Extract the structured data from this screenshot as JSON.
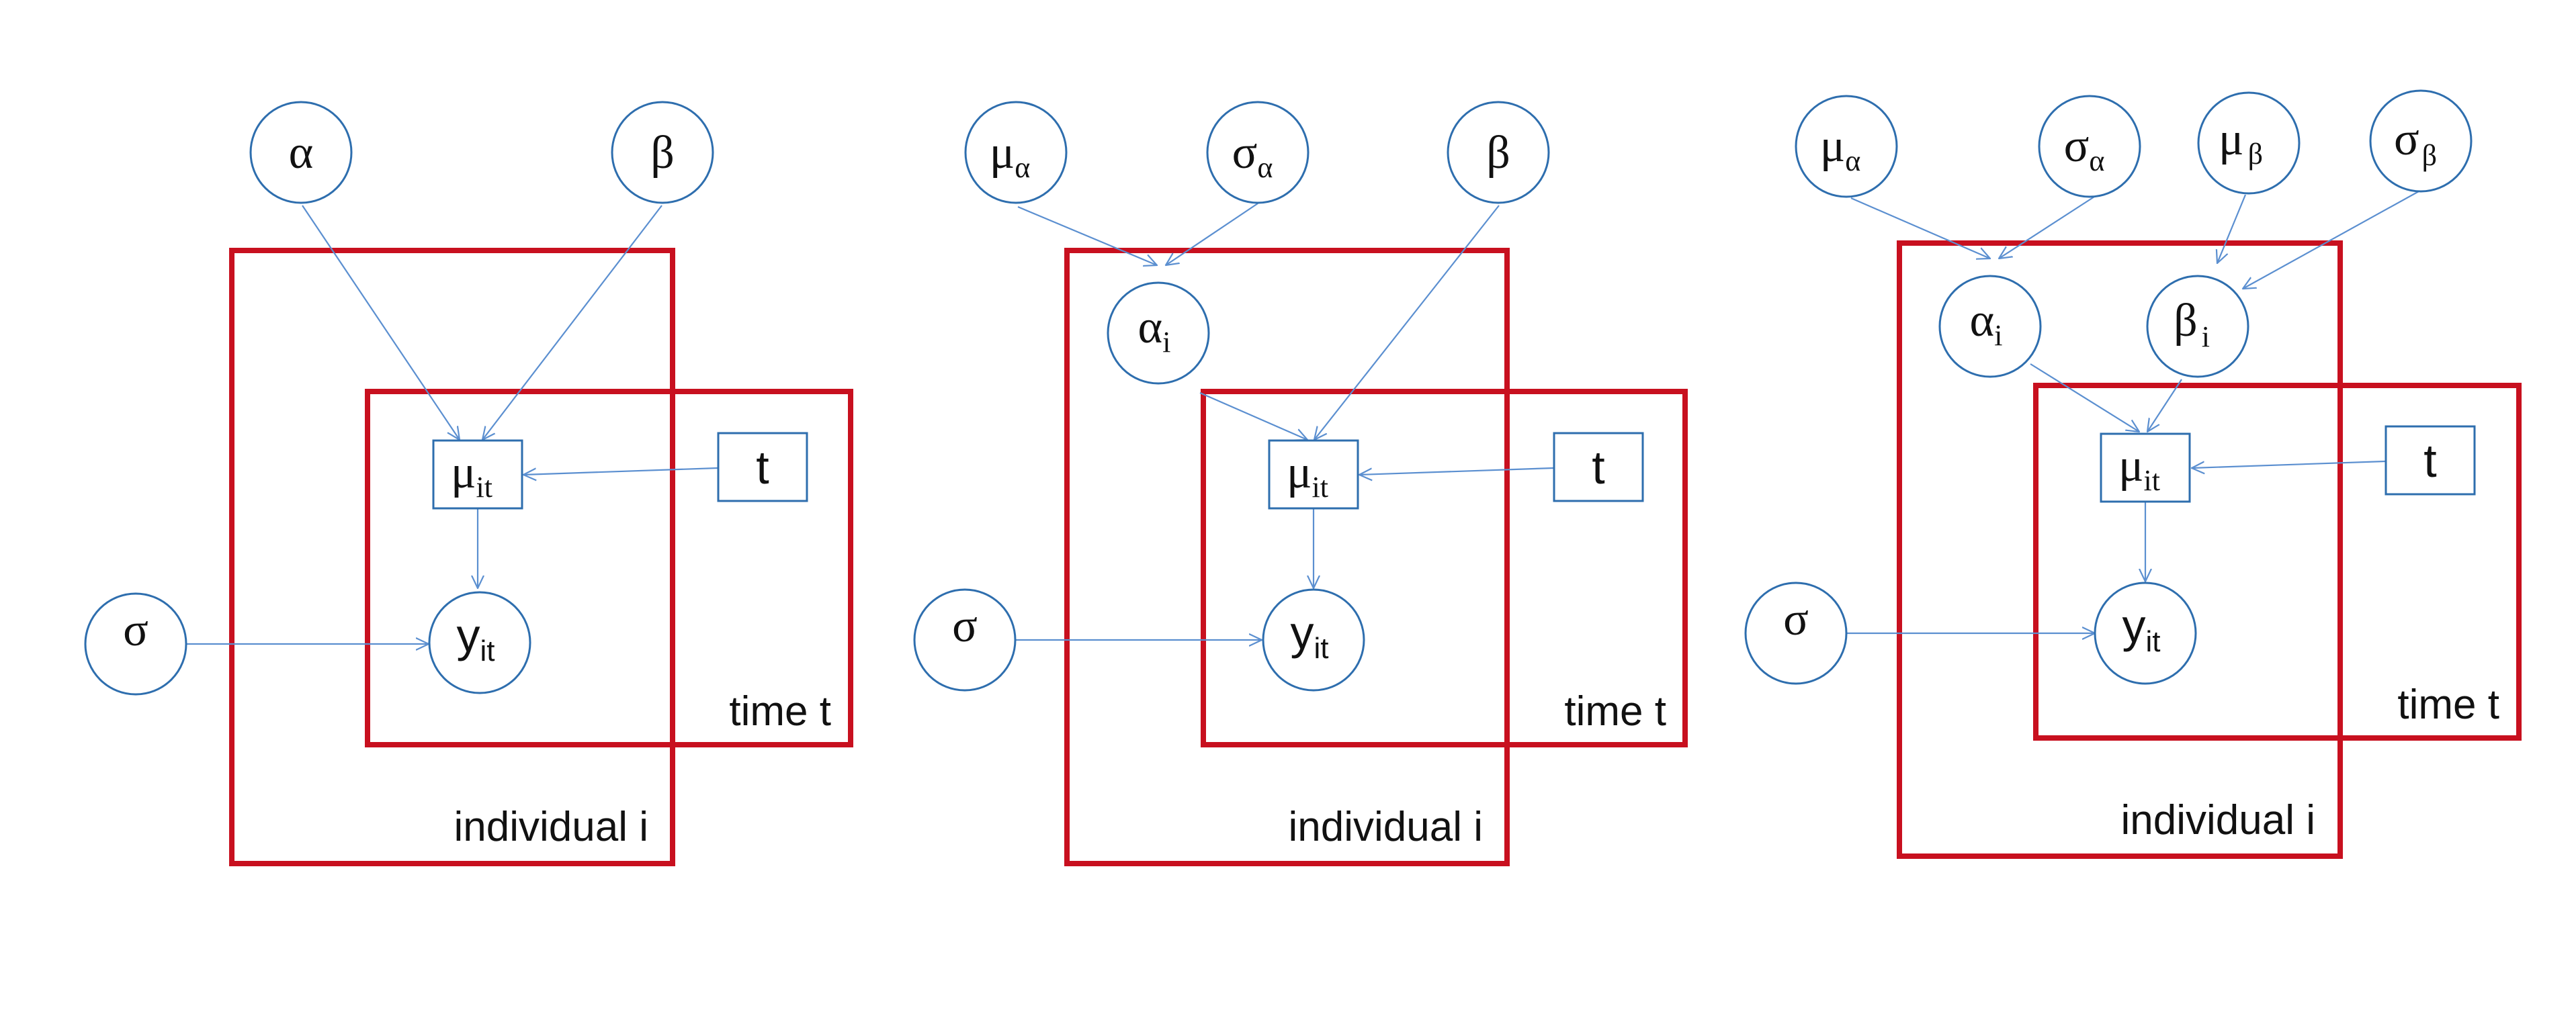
{
  "colors": {
    "node_stroke": "#2e6eae",
    "edge": "#5b8fd0",
    "plate": "#c8101f",
    "text": "#111111"
  },
  "panels": [
    {
      "plates": {
        "individual": "individual i",
        "time": "time t"
      },
      "nodes": {
        "alpha": {
          "main": "α",
          "sub": ""
        },
        "beta": {
          "main": "β",
          "sub": ""
        },
        "sigma": {
          "main": "σ",
          "sub": ""
        },
        "mu": {
          "main": "μ",
          "sub": "it"
        },
        "t": {
          "main": "t",
          "sub": ""
        },
        "y": {
          "main": "y",
          "sub": "it"
        }
      }
    },
    {
      "plates": {
        "individual": "individual i",
        "time": "time t"
      },
      "nodes": {
        "mu_alpha": {
          "main": "μ",
          "sub": "α"
        },
        "sigma_alpha": {
          "main": "σ",
          "sub": "α"
        },
        "beta": {
          "main": "β",
          "sub": ""
        },
        "alpha_i": {
          "main": "α",
          "sub": "i"
        },
        "sigma": {
          "main": "σ",
          "sub": ""
        },
        "mu": {
          "main": "μ",
          "sub": "it"
        },
        "t": {
          "main": "t",
          "sub": ""
        },
        "y": {
          "main": "y",
          "sub": "it"
        }
      }
    },
    {
      "plates": {
        "individual": "individual i",
        "time": "time t"
      },
      "nodes": {
        "mu_alpha": {
          "main": "μ",
          "sub": "α"
        },
        "sigma_alpha": {
          "main": "σ",
          "sub": "α"
        },
        "mu_beta": {
          "main": "μ",
          "sub": "β"
        },
        "sigma_beta": {
          "main": "σ",
          "sub": "β"
        },
        "alpha_i": {
          "main": "α",
          "sub": "i"
        },
        "beta_i": {
          "main": "β",
          "sub": "i"
        },
        "sigma": {
          "main": "σ",
          "sub": ""
        },
        "mu": {
          "main": "μ",
          "sub": "it"
        },
        "t": {
          "main": "t",
          "sub": ""
        },
        "y": {
          "main": "y",
          "sub": "it"
        }
      }
    }
  ]
}
